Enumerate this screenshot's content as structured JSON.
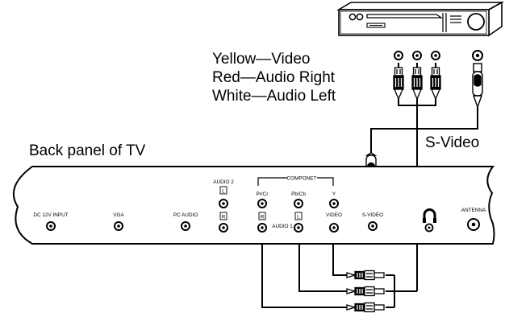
{
  "legend": {
    "yellow": "Yellow—Video",
    "red": "Red—Audio Right",
    "white": "White—Audio Left"
  },
  "svideo_label": "S-Video",
  "back_panel_title": "Back panel of TV",
  "panel": {
    "dc_input": "DC 12V INPUT",
    "vga": "VGA",
    "pc_audio": "PC AUDIO",
    "audio2": "AUDIO 2",
    "audio1": "AUDIO 1",
    "componet": "COMPONET",
    "pr_cr": "Pr/Cr",
    "pb_cb": "Pb/Cb",
    "y": "Y",
    "video": "VIDEO",
    "s_video": "S-VIDEO",
    "antenna": "ANTENNA",
    "l_mark": "L",
    "r_mark": "R"
  }
}
